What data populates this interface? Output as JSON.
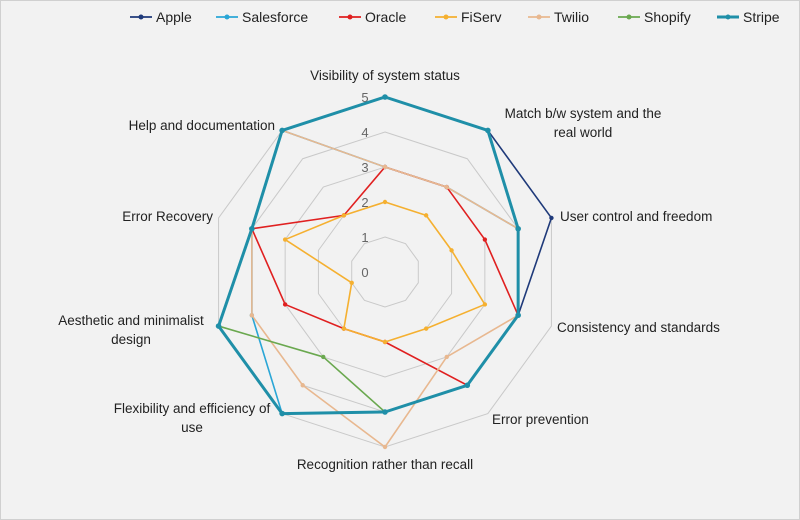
{
  "chart_data": {
    "type": "radar",
    "title": "",
    "axes": [
      "Visibility of system status",
      "Match b/w system and the real world",
      "User control and freedom",
      "Consistency and standards",
      "Error prevention",
      "Recognition rather than recall",
      "Flexibility and efficiency of use",
      "Aesthetic and minimalist design",
      "Error Recovery",
      "Help and documentation"
    ],
    "rlim": [
      0,
      5
    ],
    "ticks": [
      "0",
      "1",
      "2",
      "3",
      "4",
      "5"
    ],
    "grid": true,
    "legend_position": "top",
    "series": [
      {
        "name": "Apple",
        "color": "#1f3a7a",
        "values": [
          5,
          5,
          5,
          4,
          4,
          4,
          5,
          5,
          4,
          5
        ]
      },
      {
        "name": "Salesforce",
        "color": "#2aa6d6",
        "values": [
          3,
          3,
          4,
          4,
          4,
          4,
          5,
          4,
          4,
          5
        ]
      },
      {
        "name": "Oracle",
        "color": "#e02020",
        "values": [
          3,
          3,
          3,
          4,
          4,
          2,
          2,
          3,
          4,
          2
        ]
      },
      {
        "name": "FiServ",
        "color": "#f5b030",
        "values": [
          2,
          2,
          2,
          3,
          2,
          2,
          2,
          1,
          3,
          2
        ]
      },
      {
        "name": "Twilio",
        "color": "#e8b890",
        "values": [
          3,
          3,
          4,
          4,
          3,
          5,
          4,
          4,
          4,
          5
        ]
      },
      {
        "name": "Shopify",
        "color": "#6aa84f",
        "values": [
          5,
          5,
          4,
          4,
          4,
          4,
          3,
          5,
          4,
          5
        ]
      },
      {
        "name": "Stripe",
        "color": "#1f8fa8",
        "values": [
          5,
          5,
          4,
          4,
          4,
          4,
          5,
          5,
          4,
          5
        ]
      }
    ]
  }
}
